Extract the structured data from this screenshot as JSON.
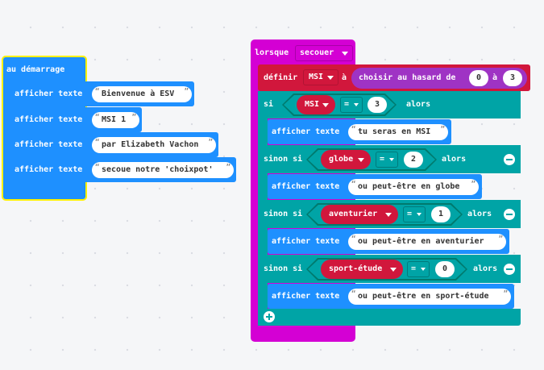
{
  "colors": {
    "basic_blue": "#1e90ff",
    "input_purple": "#d400d4",
    "logic_teal": "#00a4a6",
    "variable_red": "#d1173c",
    "math_purple": "#9f33c4",
    "selection_yellow": "#fff200"
  },
  "on_start": {
    "title": "au démarrage",
    "blocks": [
      {
        "label": "afficher texte",
        "text": "Bienvenue à ESV"
      },
      {
        "label": "afficher texte",
        "text": "MSI 1"
      },
      {
        "label": "afficher texte",
        "text": "par Elizabeth Vachon"
      },
      {
        "label": "afficher texte",
        "text": "secoue notre 'choixpot'"
      }
    ]
  },
  "on_gesture": {
    "lorsque": "lorsque",
    "gesture": "secouer",
    "set": {
      "label": "définir",
      "variable": "MSI",
      "to": "à",
      "random_label": "choisir au hasard de",
      "from": "0",
      "to_word": "à",
      "max": "3"
    },
    "if": {
      "si": "si",
      "variable": "MSI",
      "op": "=",
      "value": "3",
      "alors": "alors",
      "show_label": "afficher texte",
      "show_text": "tu seras en MSI"
    },
    "else_ifs": [
      {
        "label": "sinon si",
        "variable": "globe",
        "op": "=",
        "value": "2",
        "alors": "alors",
        "show_label": "afficher texte",
        "show_text": "ou peut-être en globe"
      },
      {
        "label": "sinon si",
        "variable": "aventurier",
        "op": "=",
        "value": "1",
        "alors": "alors",
        "show_label": "afficher texte",
        "show_text": "ou peut-être en aventurier"
      },
      {
        "label": "sinon si",
        "variable": "sport-étude",
        "op": "=",
        "value": "0",
        "alors": "alors",
        "show_label": "afficher texte",
        "show_text": "ou peut-être en sport-étude"
      }
    ],
    "add_icon": "plus-circle-icon",
    "remove_icon": "minus-circle-icon"
  }
}
